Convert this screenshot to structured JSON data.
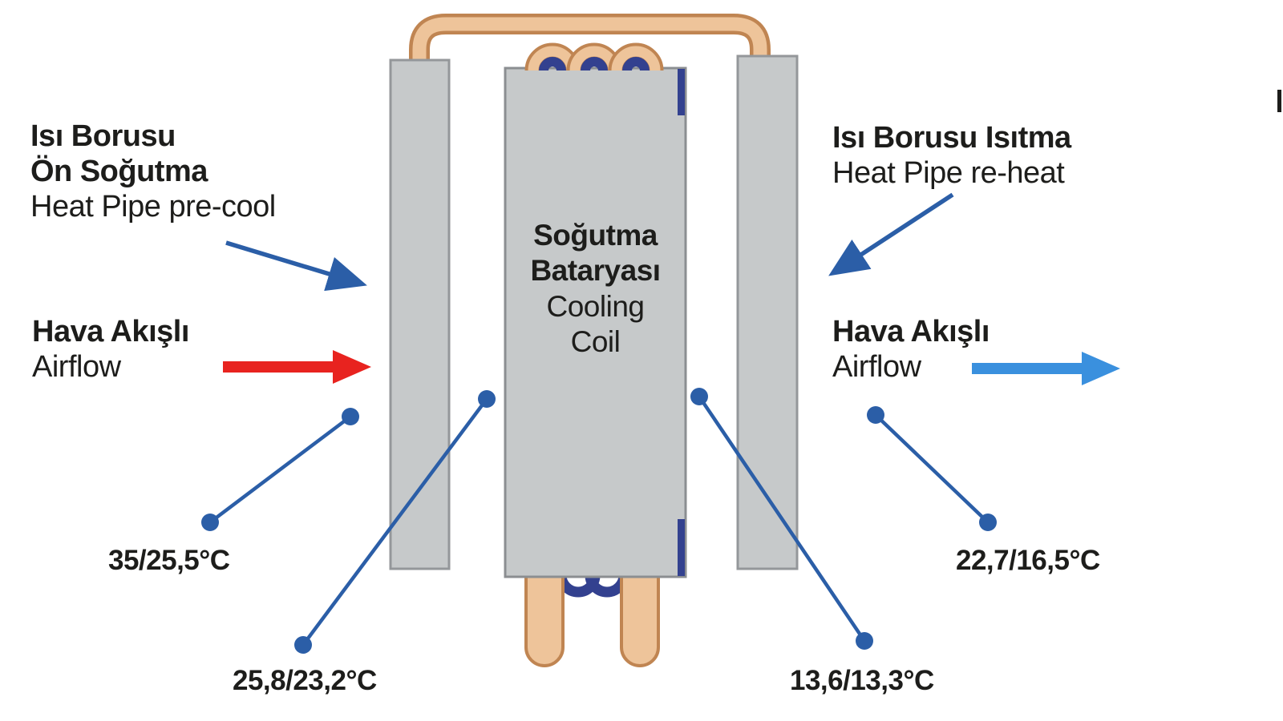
{
  "diagram": {
    "labels": {
      "precool": {
        "line1": "Isı Borusu",
        "line2": "Ön Soğutma",
        "line3": "Heat Pipe pre-cool"
      },
      "reheat": {
        "line1": "Isı Borusu Isıtma",
        "line2": "Heat Pipe re-heat"
      },
      "airflow_in": {
        "line1": "Hava Akışlı",
        "line2": "Airflow"
      },
      "airflow_out": {
        "line1": "Hava Akışlı",
        "line2": "Airflow"
      },
      "coil": {
        "line1": "Soğutma",
        "line2": "Bataryası",
        "line3": "Cooling",
        "line4": "Coil"
      }
    },
    "temperatures": {
      "inlet": "35/25,5°C",
      "after_precool": "25,8/23,2°C",
      "after_coil": "13,6/13,3°C",
      "outlet": "22,7/16,5°C"
    },
    "colors": {
      "annotation_blue": "#2b5ea7",
      "airflow_out_blue": "#3a90de",
      "airflow_in_red": "#e8231f",
      "copper_fill": "#eec49a",
      "copper_stroke": "#c08552",
      "slab_fill": "#c6c9ca",
      "slab_stroke": "#94979a",
      "navy": "#33418f",
      "text": "#1d1d1b"
    }
  }
}
